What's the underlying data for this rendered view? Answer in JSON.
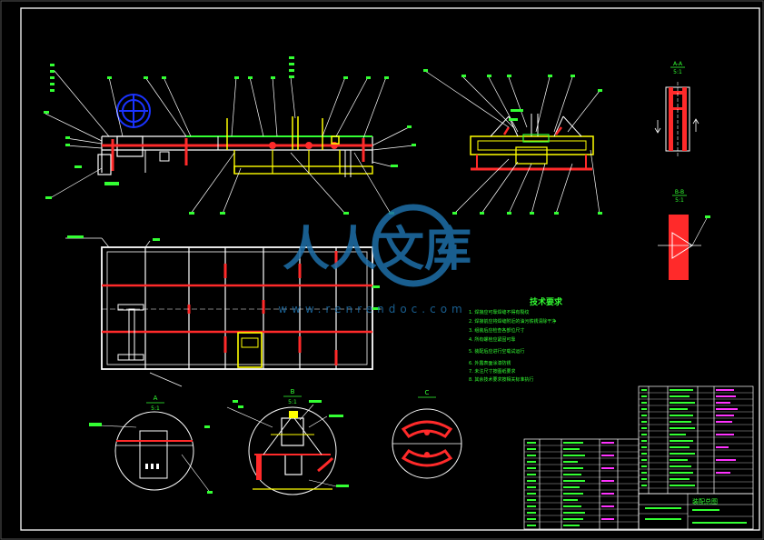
{
  "drawing": {
    "tech_requirements": {
      "title": "技术要求",
      "items": [
        "1. 焊接应可靠焊缝不得有裂纹",
        "2. 焊接前应将焊缝附近的油污铁锈清除干净",
        "3. 组装后应检查各部位尺寸",
        "4. 所有螺栓应紧固可靠",
        "5. 装配后应进行空载试运行",
        "6. 外露表面涂漆防锈",
        "7. 未注尺寸按图纸要求",
        "8. 其余技术要求按相关标准执行"
      ]
    },
    "views": {
      "detail_a": {
        "letter": "A",
        "scale": "5:1"
      },
      "detail_b": {
        "letter": "B",
        "scale": "5:1"
      },
      "detail_c": {
        "letter": "C",
        "scale": ""
      },
      "section_aa": {
        "letter": "A-A",
        "scale": "5:1"
      },
      "section_bb": {
        "letter": "B-B",
        "scale": "5:1"
      }
    },
    "title_block": {
      "label": "装配总图"
    },
    "watermark": {
      "text": "人人文库",
      "url": "www.renrendoc.com"
    }
  },
  "colors": {
    "background": "#000000",
    "frame": "#ffffff",
    "structure": "#ffffff",
    "steel_red": "#ff2a2a",
    "leaders": "#ffffff",
    "labels": "#33ff33",
    "yellow": "#ffff00",
    "blue": "#1a33ff",
    "magenta": "#ff33ff",
    "watermark": "#1e6fa8"
  }
}
